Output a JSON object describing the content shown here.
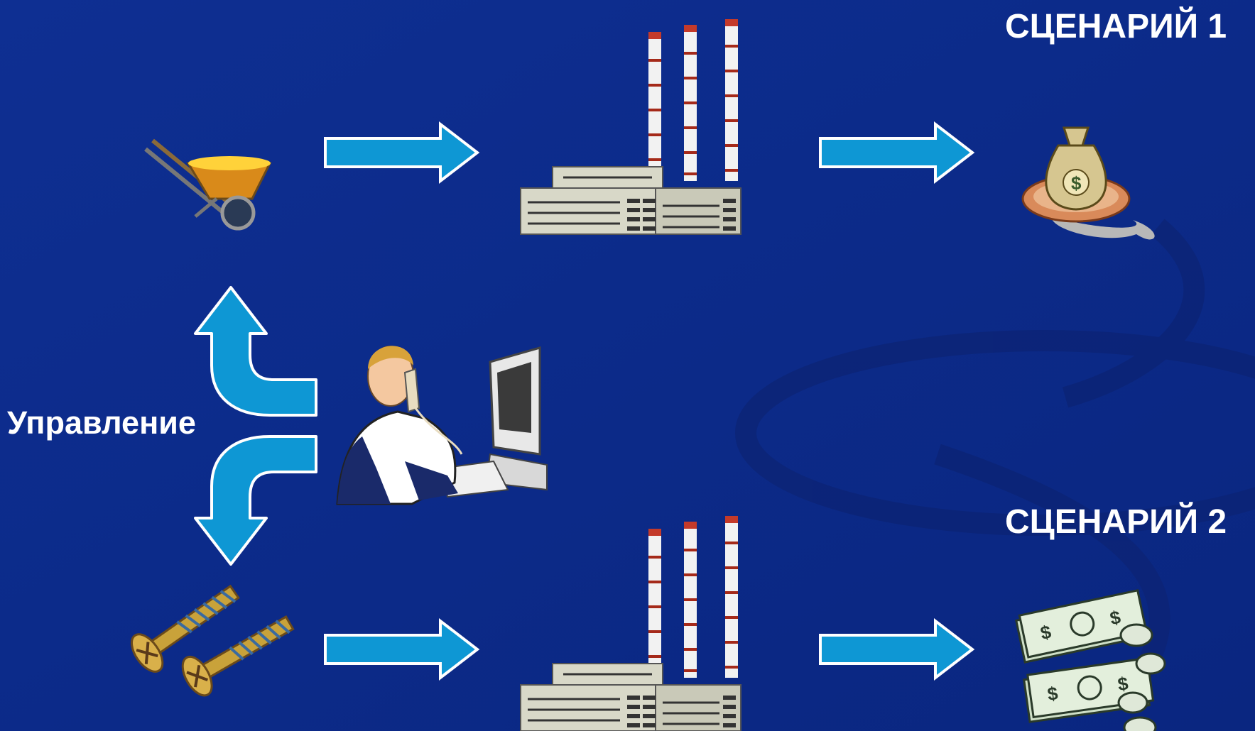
{
  "scenarios": {
    "scenario1_label": "СЦЕНАРИЙ 1",
    "scenario2_label": "СЦЕНАРИЙ 2"
  },
  "control_label": "Управление",
  "colors": {
    "background": "#0b2a8a",
    "arrow_fill": "#0e97d4",
    "arrow_stroke": "#ffffff"
  },
  "icons": {
    "row1_input": "wheelbarrow-icon",
    "row1_factory": "factory-icon",
    "row1_output": "money-bag-icon",
    "row2_input": "screws-icon",
    "row2_factory": "factory-icon",
    "row2_output": "cash-stack-icon",
    "manager": "manager-at-computer-icon"
  }
}
